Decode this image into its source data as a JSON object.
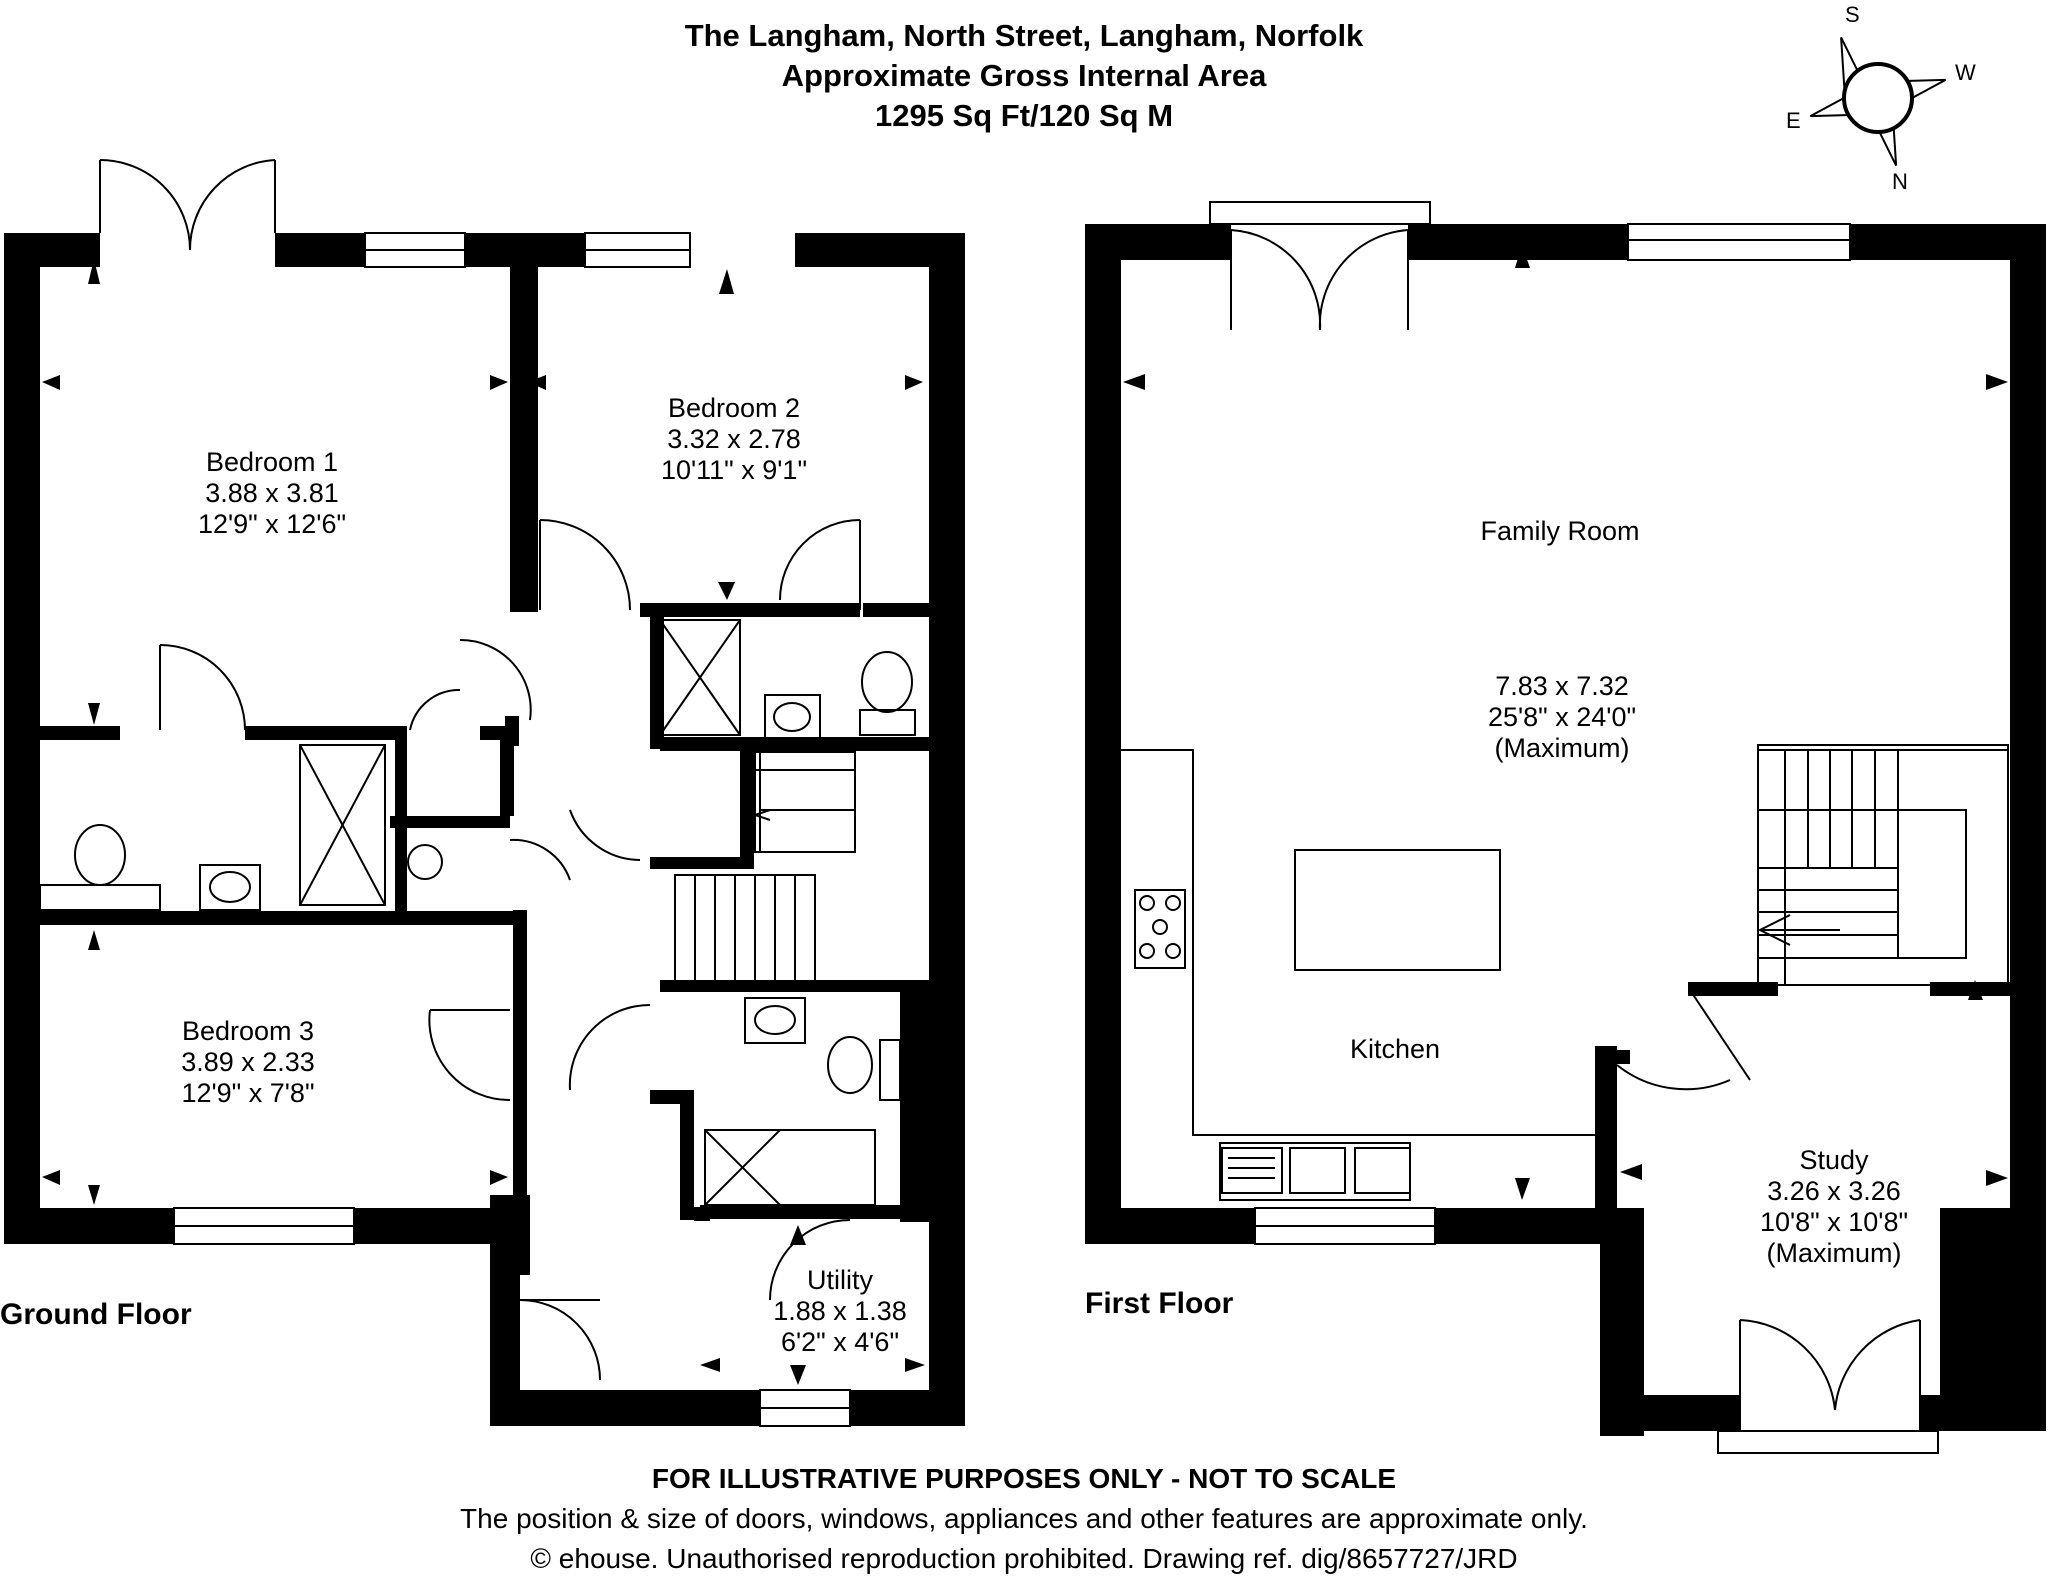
{
  "header": {
    "title": "The Langham, North Street, Langham, Norfolk",
    "subtitle": "Approximate Gross Internal Area",
    "area": "1295 Sq Ft/120 Sq M"
  },
  "compass": {
    "north": "N",
    "south": "S",
    "east": "E",
    "west": "W"
  },
  "floors": {
    "ground": {
      "label": "Ground Floor",
      "rooms": [
        {
          "name": "Bedroom 1",
          "metric": "3.88 x 3.81",
          "imperial": "12'9\" x 12'6\"",
          "note": ""
        },
        {
          "name": "Bedroom 2",
          "metric": "3.32 x 2.78",
          "imperial": "10'11\" x 9'1\"",
          "note": ""
        },
        {
          "name": "Bedroom 3",
          "metric": "3.89 x 2.33",
          "imperial": "12'9\" x 7'8\"",
          "note": ""
        },
        {
          "name": "Utility",
          "metric": "1.88 x 1.38",
          "imperial": "6'2\" x 4'6\"",
          "note": ""
        }
      ]
    },
    "first": {
      "label": "First Floor",
      "rooms": [
        {
          "name": "Family Room",
          "metric": "",
          "imperial": "",
          "note": ""
        },
        {
          "name": "",
          "metric": "7.83 x 7.32",
          "imperial": "25'8\" x 24'0\"",
          "note": "(Maximum)"
        },
        {
          "name": "Kitchen",
          "metric": "",
          "imperial": "",
          "note": ""
        },
        {
          "name": "Study",
          "metric": "3.26 x 3.26",
          "imperial": "10'8\" x 10'8\"",
          "note": "(Maximum)"
        }
      ]
    }
  },
  "footer": {
    "disclaimer": "FOR ILLUSTRATIVE PURPOSES ONLY - NOT TO SCALE",
    "note": "The position & size of doors, windows, appliances and other features are approximate only.",
    "copyright": "© ehouse. Unauthorised reproduction prohibited. Drawing ref. dig/8657727/JRD"
  }
}
